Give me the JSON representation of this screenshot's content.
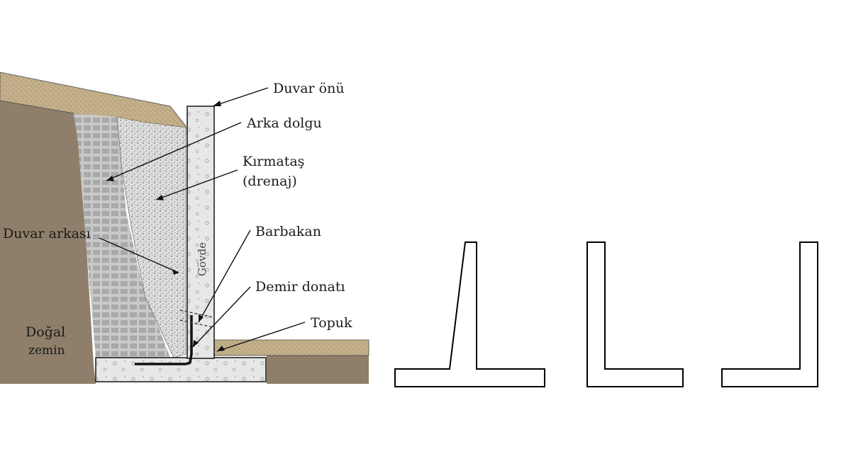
{
  "labels": {
    "duvar_onu": "Duvar önü",
    "arka_dolgu": "Arka dolgu",
    "kirmatas": "Kırmataş",
    "drenaj": "(drenaj)",
    "duvar_arkasi": "Duvar arkası",
    "barbakan": "Barbakan",
    "demir_donati": "Demir donatı",
    "topuk": "Topuk",
    "dogal": "Doğal",
    "zemin": "zemin",
    "govde": "Gövde"
  },
  "colors": {
    "natural_soil": "#8f7f6a",
    "topsoil": "#c4b08a",
    "backfill_block": "#b9b9b9",
    "gravel": "#d6d6d6",
    "concrete": "#e7e7e7",
    "outline": "#000000"
  }
}
